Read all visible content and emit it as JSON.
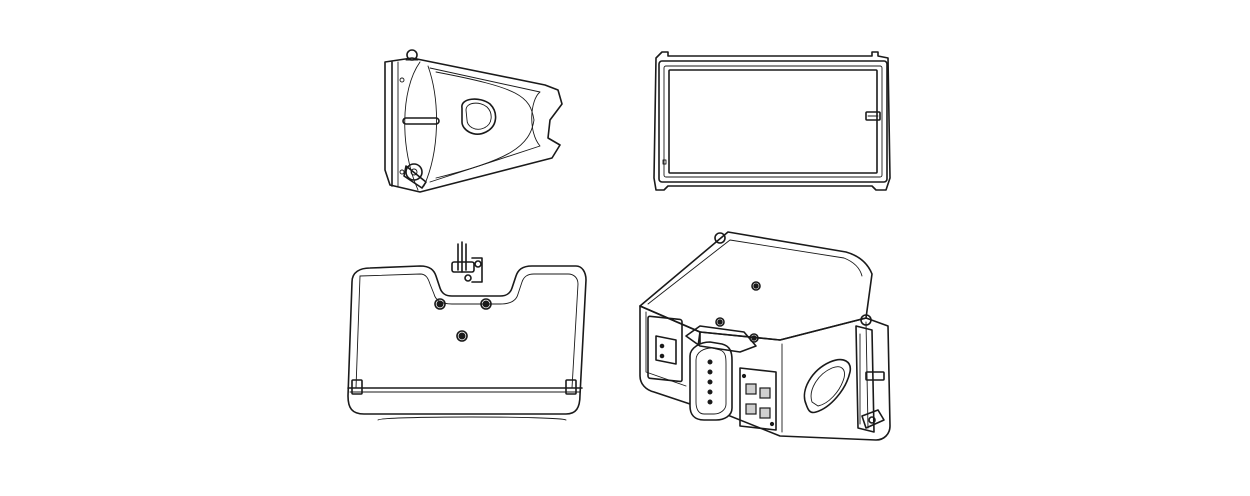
{
  "drawing": {
    "views": [
      {
        "id": "side",
        "icon": "speaker-side-view-icon"
      },
      {
        "id": "front",
        "icon": "speaker-front-view-icon"
      },
      {
        "id": "top",
        "icon": "speaker-top-view-icon"
      },
      {
        "id": "iso",
        "icon": "speaker-isometric-view-icon"
      }
    ],
    "line_color": "#1a1a1a",
    "background": "#ffffff"
  }
}
